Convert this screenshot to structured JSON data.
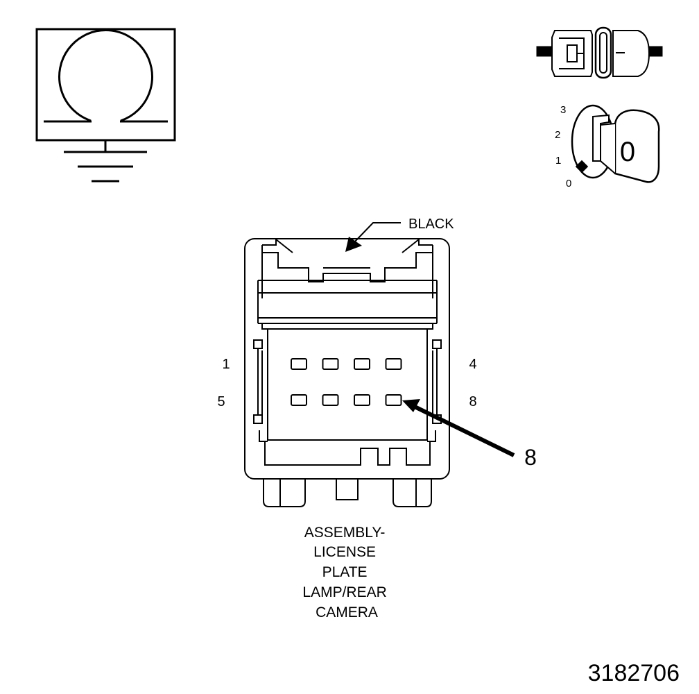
{
  "ohmmeter_icon": {
    "name": "ohmmeter-ground-icon"
  },
  "connector_icon": {
    "name": "connector-disconnect-icon"
  },
  "ignition_icon": {
    "name": "ignition-switch-off-icon",
    "positions": [
      "3",
      "2",
      "1",
      "0"
    ],
    "key_label": "0"
  },
  "connector": {
    "color_label": "BLACK",
    "pin_labels": {
      "top_left": "1",
      "top_right": "4",
      "bottom_left": "5",
      "bottom_right": "8"
    },
    "callout_pin": "8",
    "pins_per_row": 4,
    "rows": 2,
    "caption_lines": [
      "ASSEMBLY-",
      "LICENSE",
      "PLATE",
      "LAMP/REAR",
      "CAMERA"
    ]
  },
  "figure_id": "3182706"
}
